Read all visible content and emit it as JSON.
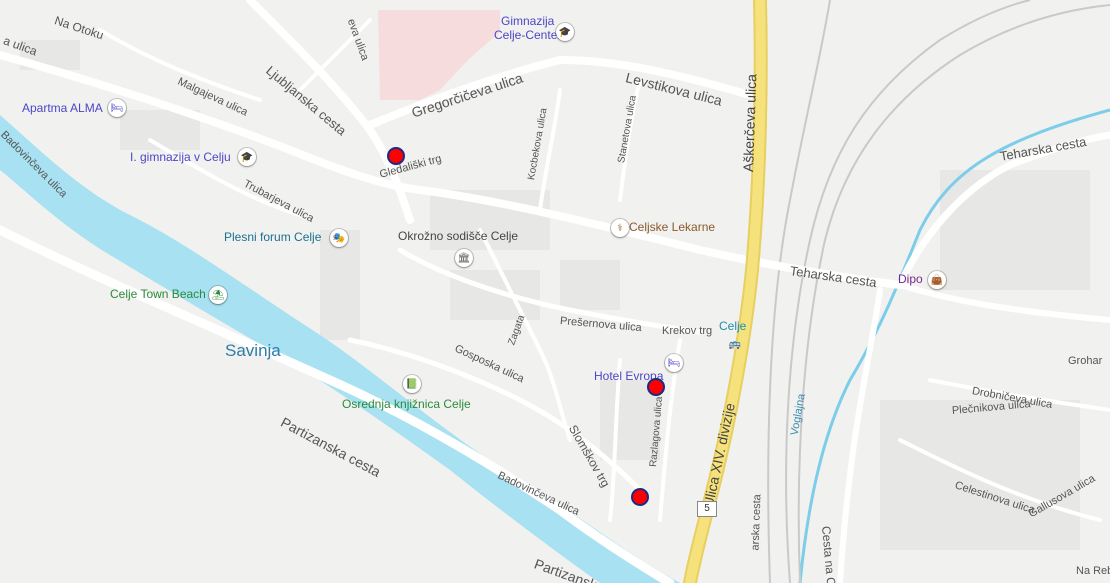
{
  "map": {
    "colors": {
      "background": "#f1f1ef",
      "road": "#ffffff",
      "major_road": "#f6e27c",
      "river": "#a7e1f2",
      "school_area": "#f7dcdd",
      "rail": "#c9c9c9",
      "stream": "#7ccdea",
      "marker_fill": "#ff0000",
      "marker_border": "#1a2a88"
    },
    "markers_count": 3,
    "streets": {
      "na_otoku": "Na Otoku",
      "ulica_top": "a ulica",
      "cva_ulica": "eva ulica",
      "malgajeva": "Malgajeva ulica",
      "ljubljanska": "Ljubljanska cesta",
      "gregorciceva": "Gregorčičeva ulica",
      "levstikova": "Levstikova ulica",
      "askerceva": "Aškerčeva ulica",
      "badovinceva_w": "Badovinčeva ulica",
      "trubarjeva": "Trubarjeva ulica",
      "gledaliski": "Gledališki trg",
      "kocbekova": "Kocbekova ulica",
      "stanetova": "Stanetova ulica",
      "teharska_ne": "Teharska cesta",
      "teharska": "Teharska cesta",
      "presernova": "Prešernova ulica",
      "krekov": "Krekov trg",
      "zagata": "Zagata",
      "gosposka": "Gosposka ulica",
      "ulica_xiv": "Ulica XIV. divizije",
      "slomskov": "Slomškov trg",
      "razlagova": "Razlagova ulica",
      "partizanska": "Partizanska cesta",
      "partizanska2": "Partizanska c",
      "badovinceva_s": "Badovinčeva ulica",
      "voglajna": "Voglajna",
      "drobniceva": "Drobničeva ulica",
      "plecnikova": "Plečnikova ulica",
      "celestinova": "Celestinova ulica",
      "gallusova": "Gallusova ulica",
      "cesta_na": "Cesta na C",
      "grohar": "Grohar",
      "na_reb": "Na Reb",
      "arska": "arska cesta",
      "savinja": "Savinja",
      "route_number": "5"
    },
    "pois": {
      "gimnazija_center": "Gimnazija\nCelje-Center",
      "apartma_alma": "Apartma ALMA",
      "gimnazija_i": "I. gimnazija v Celju",
      "plesni_forum": "Plesni forum Celje",
      "okrozno": "Okrožno sodišče Celje",
      "celjske_lekarne": "Celjske Lekarne",
      "dipo": "Dipo",
      "town_beach": "Celje Town Beach",
      "celje_bus": "Celje",
      "hotel_evropa": "Hotel Evropa",
      "knjiznica": "Osrednja knjižnica Celje"
    },
    "icons": {
      "school": "school-icon",
      "hotel": "hotel-icon",
      "theatre": "theatre-icon",
      "court": "courthouse-icon",
      "pharmacy": "pharmacy-icon",
      "shop": "shopping-bag-icon",
      "beach": "beach-icon",
      "bus": "bus-icon",
      "library": "library-icon"
    }
  }
}
